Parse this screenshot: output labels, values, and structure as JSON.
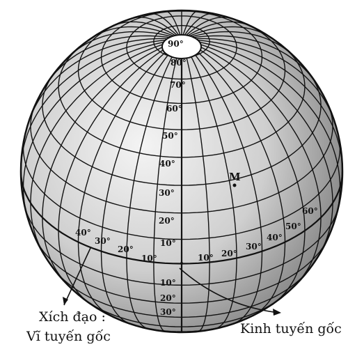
{
  "labels": {
    "pole_lat": "90°",
    "lat_north": [
      "80°",
      "70°",
      "60°",
      "50°",
      "40°",
      "30°",
      "20°",
      "10°"
    ],
    "lat_south": [
      "10°",
      "20°",
      "30°"
    ],
    "lon_west": [
      "40°",
      "30°",
      "20°",
      "10°"
    ],
    "lon_east": [
      "10°",
      "20°",
      "30°",
      "40°",
      "50°",
      "60°"
    ],
    "point": "M",
    "equator_caption_line1": "Xích đạo :",
    "equator_caption_line2": "Vĩ tuyến gốc",
    "meridian_caption": "Kinh tuyến gốc"
  },
  "colors": {
    "ink": "#111111",
    "sphere_light": "#f3f3f3",
    "sphere_dark": "#7a7a7a"
  }
}
